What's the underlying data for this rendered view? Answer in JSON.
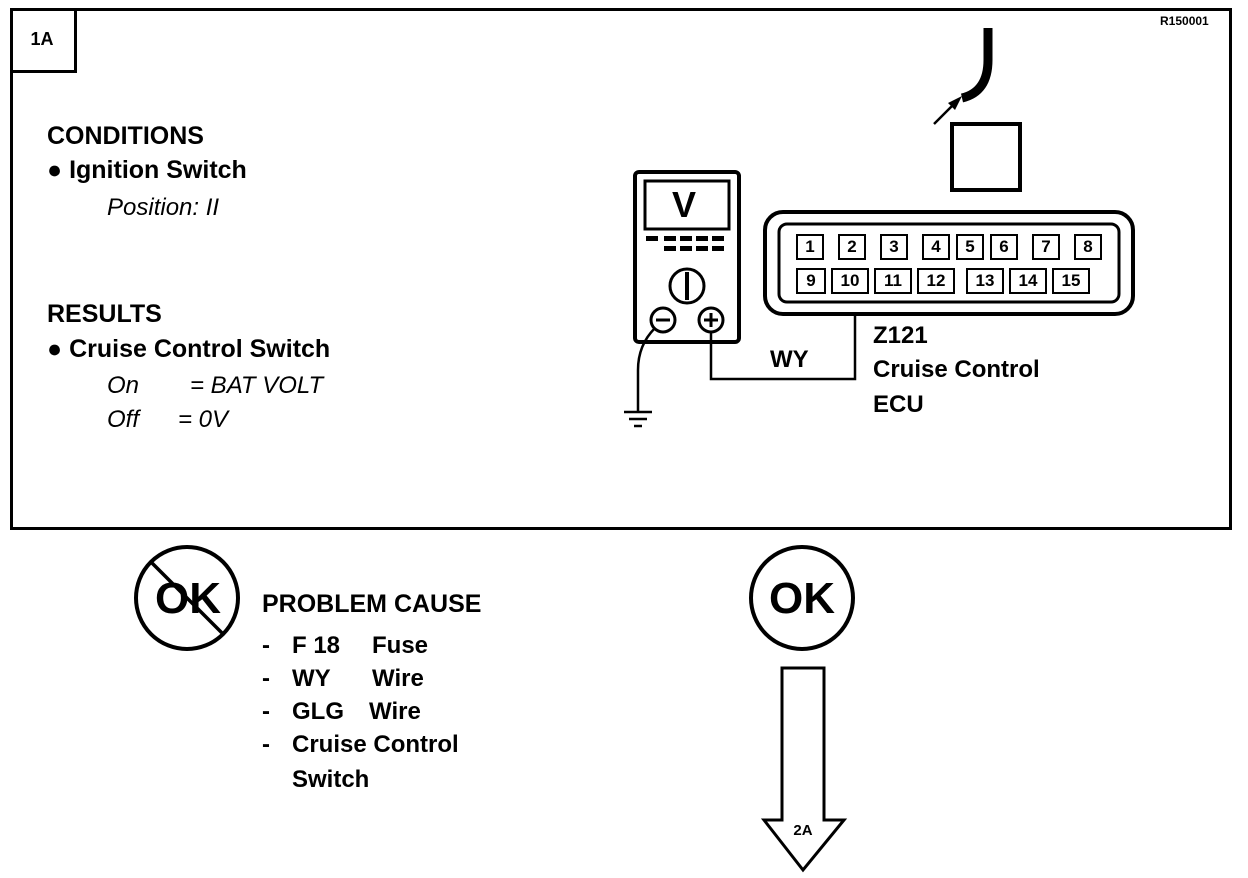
{
  "panel": {
    "step": "1A",
    "ref_code": "R150001",
    "conditions": {
      "heading": "CONDITIONS",
      "item": "Ignition Switch",
      "detail": "Position: II"
    },
    "results": {
      "heading": "RESULTS",
      "item": "Cruise Control Switch",
      "rows": [
        {
          "state": "On",
          "value": "= BAT VOLT"
        },
        {
          "state": "Off",
          "value": "= 0V"
        }
      ]
    },
    "meter_label": "V",
    "wire_label": "WY",
    "connector": {
      "pins_top": [
        "1",
        "2",
        "3",
        "4",
        "5",
        "6",
        "7",
        "8"
      ],
      "pins_bottom": [
        "9",
        "10",
        "11",
        "12",
        "13",
        "14",
        "15"
      ],
      "code": "Z121",
      "name_line1": "Cruise Control",
      "name_line2": "ECU"
    }
  },
  "outcomes": {
    "not_ok_label": "OK",
    "ok_label": "OK",
    "problem_cause_heading": "PROBLEM CAUSE",
    "causes": [
      {
        "a": "F 18",
        "b": "Fuse"
      },
      {
        "a": "WY",
        "b": "Wire"
      },
      {
        "a": "GLG",
        "b": "Wire"
      },
      {
        "a": "Cruise Control",
        "b": ""
      }
    ],
    "cause_continuation": "Switch",
    "next_step": "2A"
  }
}
